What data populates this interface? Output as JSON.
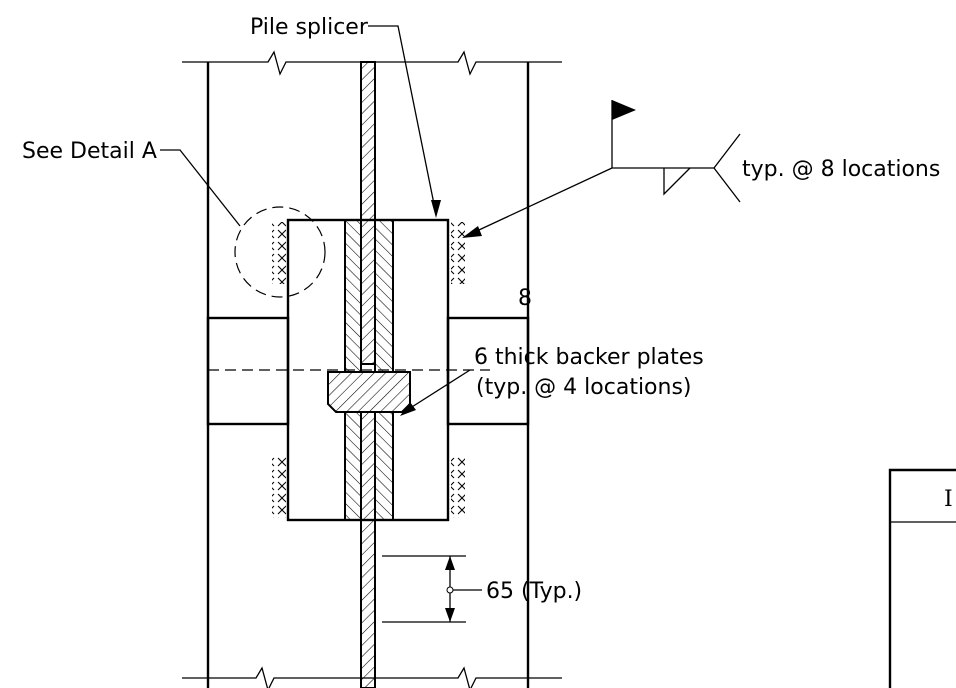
{
  "labels": {
    "pile_splicer": "Pile splicer",
    "see_detail": "See Detail A",
    "weld_note": "typ. @ 8 locations",
    "weld_size": "8",
    "backer_line1": "6 thick backer plates",
    "backer_line2": "(typ. @ 4 locations)",
    "spacing": "65 (Typ.)",
    "table_header_fragment": "I"
  }
}
